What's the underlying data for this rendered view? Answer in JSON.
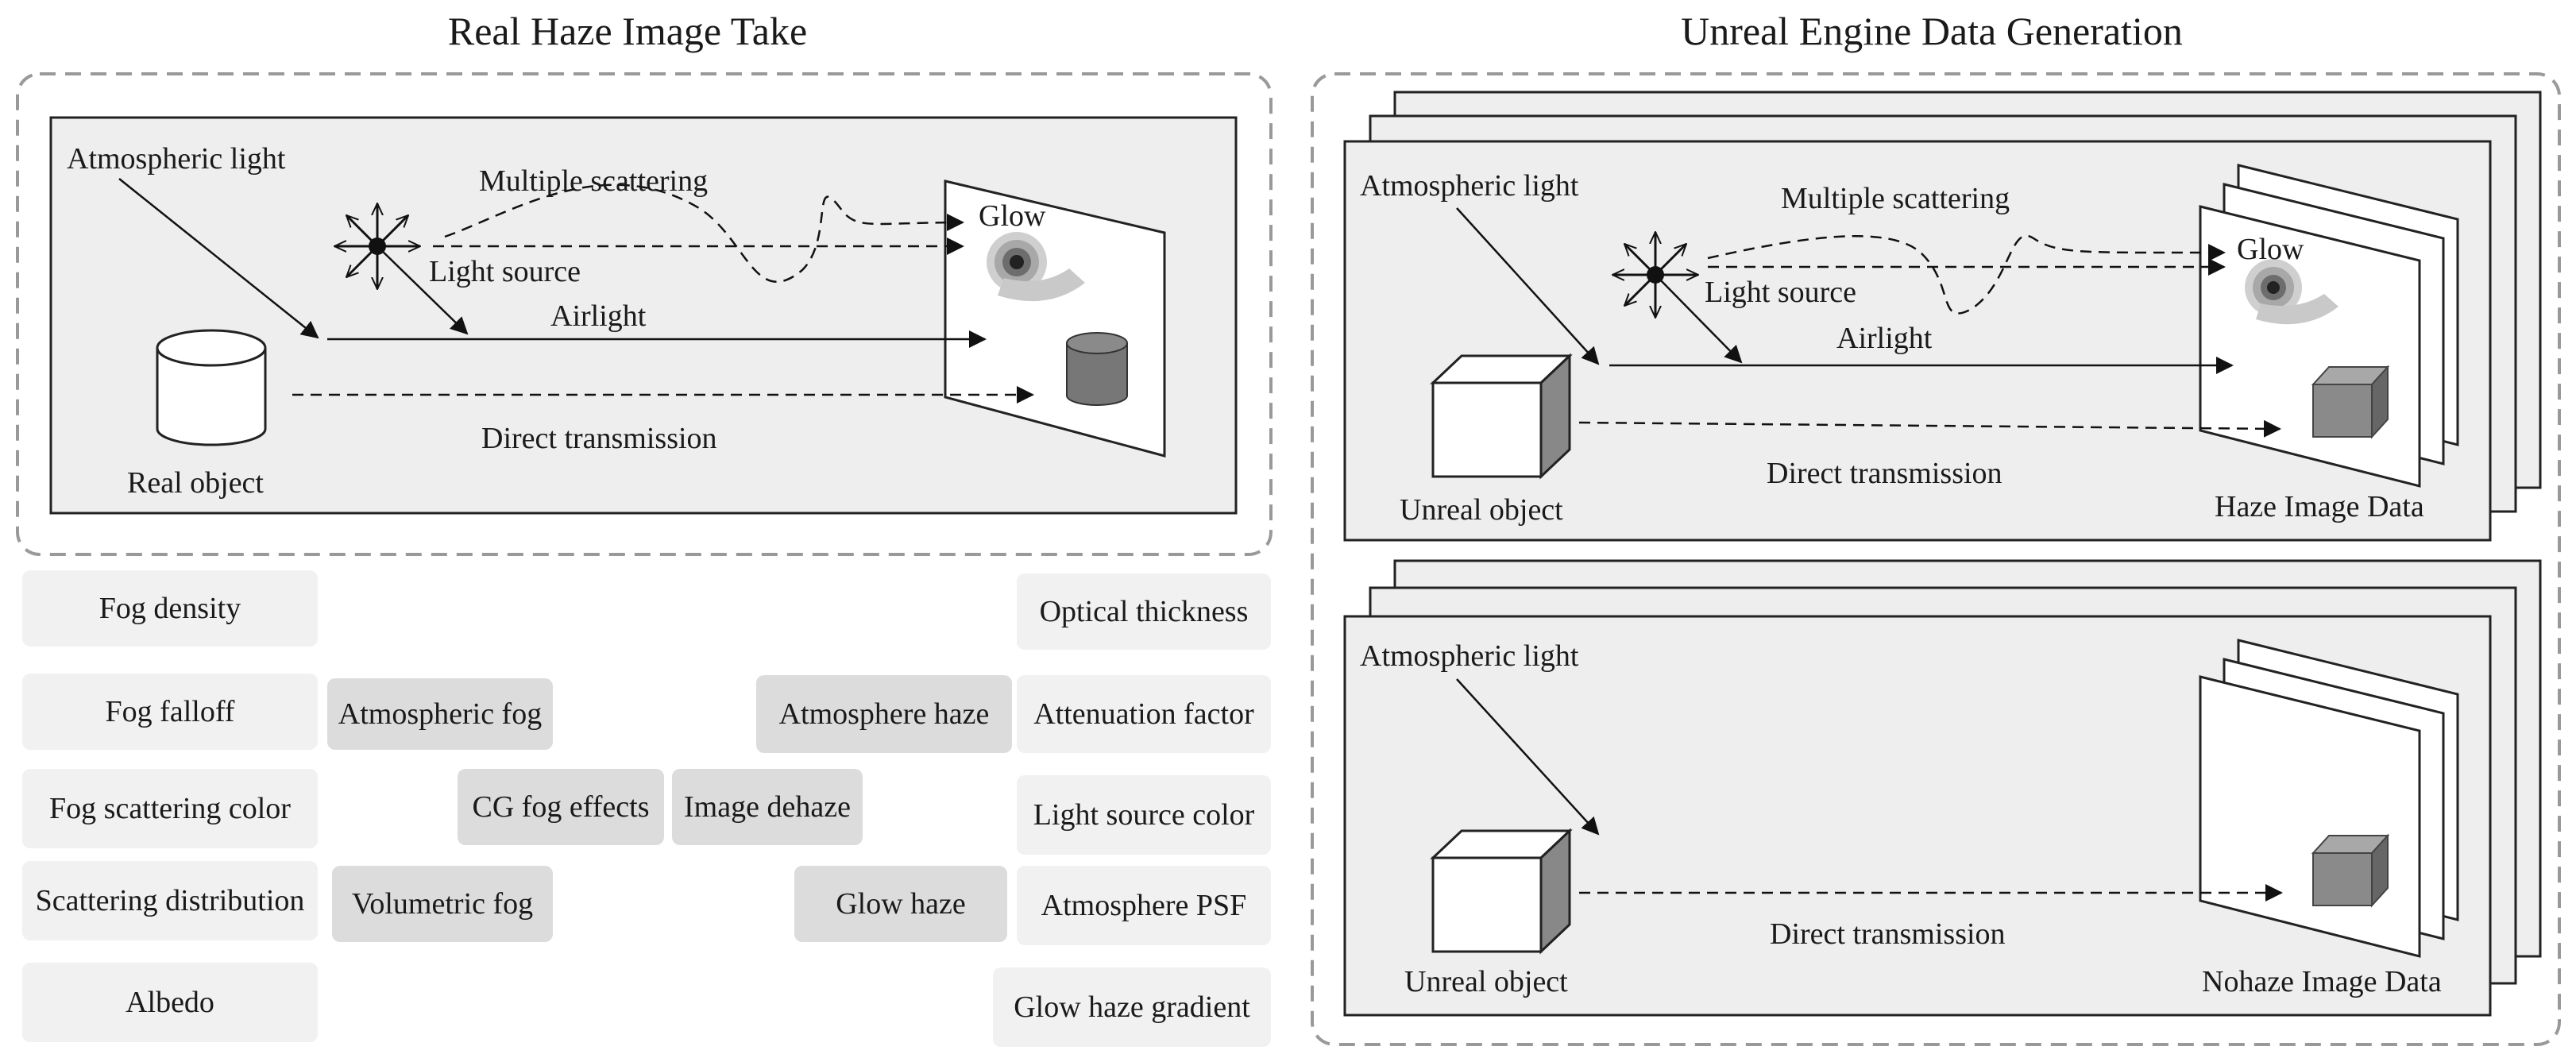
{
  "titles": {
    "left": "Real Haze Image Take",
    "right": "Unreal Engine Data Generation"
  },
  "real_scene": {
    "atmospheric_light": "Atmospheric light",
    "multiple_scattering": "Multiple scattering",
    "glow": "Glow",
    "light_source": "Light source",
    "airlight": "Airlight",
    "direct_transmission": "Direct transmission",
    "object": "Real object"
  },
  "haze_scene": {
    "atmospheric_light": "Atmospheric light",
    "multiple_scattering": "Multiple scattering",
    "glow": "Glow",
    "light_source": "Light source",
    "airlight": "Airlight",
    "direct_transmission": "Direct transmission",
    "object": "Unreal object",
    "output": "Haze Image Data"
  },
  "nohaze_scene": {
    "atmospheric_light": "Atmospheric light",
    "direct_transmission": "Direct transmission",
    "object": "Unreal object",
    "output": "Nohaze Image Data"
  },
  "parameters_left": [
    "Fog density",
    "Fog falloff",
    "Fog scattering color",
    "Scattering distribution",
    "Albedo"
  ],
  "effects_left": [
    "Atmospheric fog",
    "CG fog effects",
    "Volumetric fog"
  ],
  "effects_right": [
    "Atmosphere haze",
    "Image dehaze",
    "Glow haze"
  ],
  "parameters_right": [
    "Optical thickness",
    "Attenuation factor",
    "Light source color",
    "Atmosphere PSF",
    "Glow haze gradient"
  ],
  "colors": {
    "panel_fill": "#eeeeee",
    "frame_stroke": "#999999",
    "object_gray": "#777777",
    "chip_light": "#f1f1f1",
    "chip_dark": "#dcdcdc"
  }
}
